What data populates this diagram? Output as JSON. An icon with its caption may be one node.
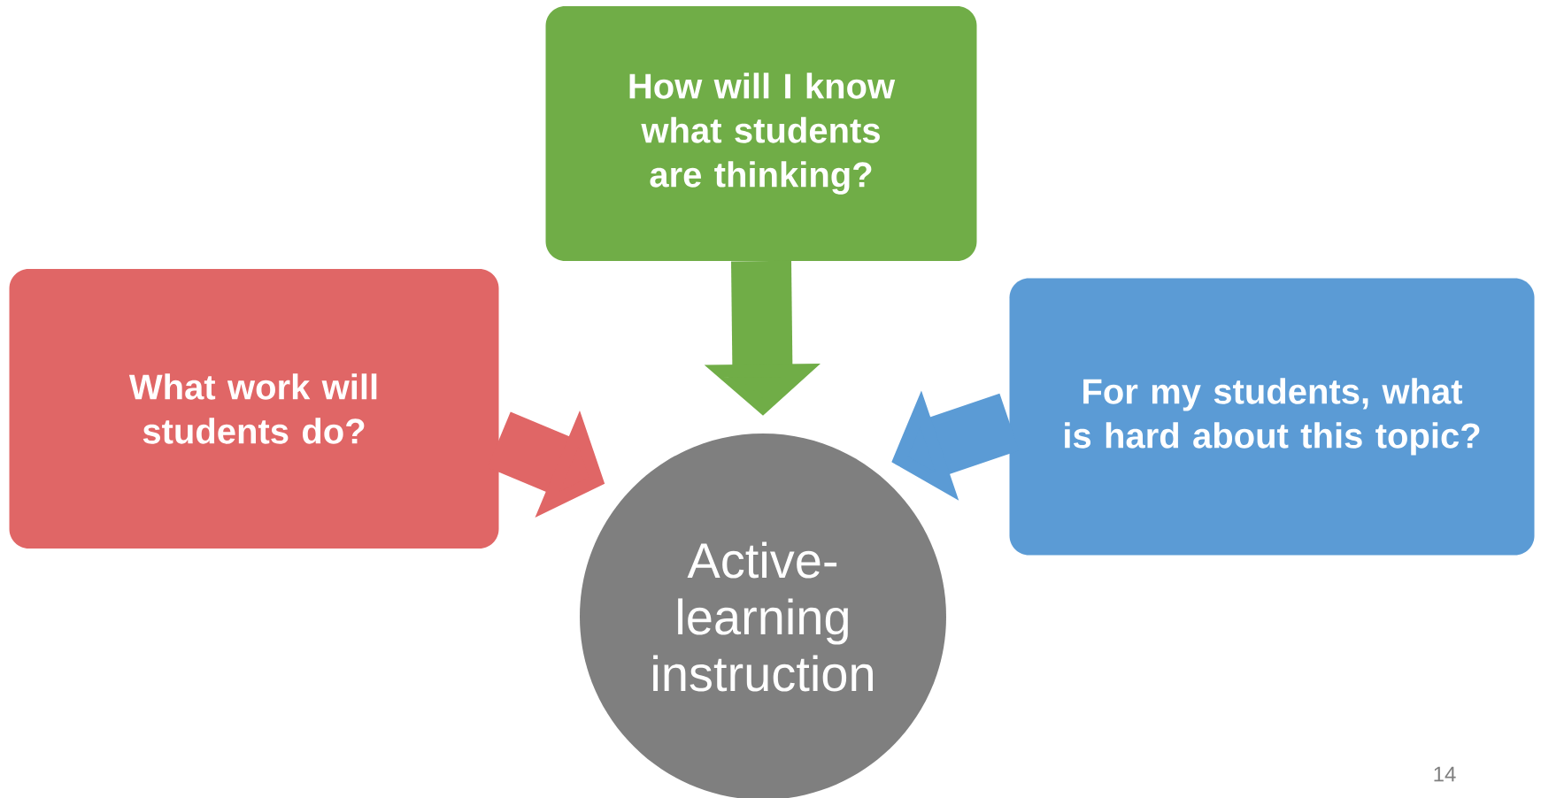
{
  "diagram": {
    "nodes": [
      {
        "text": [
          "How will I know what students are thinking?"
        ]
      },
      {
        "text": [
          "What work will students do?"
        ]
      },
      {
        "text": [
          "For my students, what is hard about this topic?"
        ]
      },
      {
        "text": [
          "Active-learning instruction"
        ]
      }
    ],
    "edges": [
      {
        "from": 0,
        "to": 3,
        "arrow": "to",
        "color": "#70ad47"
      },
      {
        "from": 1,
        "to": 3,
        "arrow": "to",
        "color": "#e06666"
      },
      {
        "from": 2,
        "to": 3,
        "arrow": "to",
        "color": "#5b9bd5"
      }
    ],
    "labels": [
      "14"
    ]
  }
}
